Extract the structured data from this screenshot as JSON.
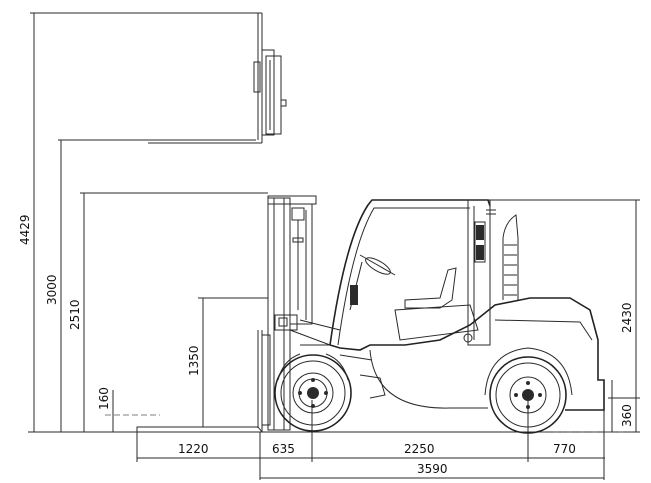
{
  "dimensions": {
    "max_lift_height": "4429",
    "lift_height": "3000",
    "free_lift_height": "2510",
    "load_center_height": "1350",
    "fork_thickness_height": "160",
    "overall_height": "2430",
    "ground_clearance": "360",
    "fork_length": "1220",
    "front_overhang": "635",
    "wheelbase": "2250",
    "rear_overhang": "770",
    "overall_length": "3590"
  }
}
